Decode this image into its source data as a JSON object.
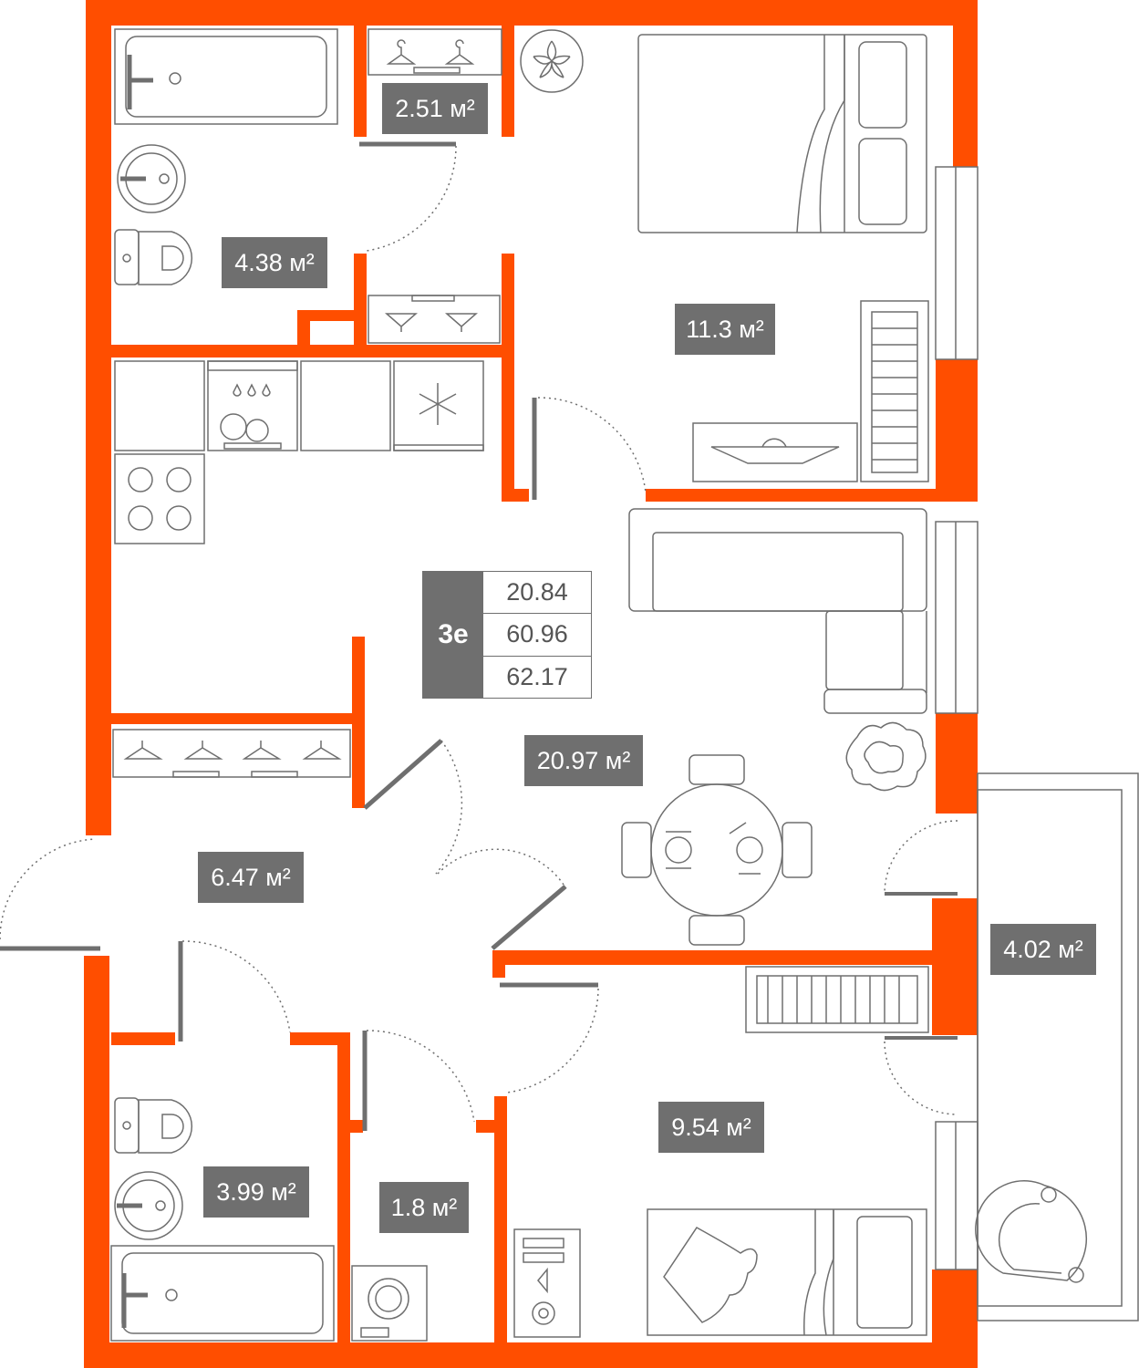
{
  "colors": {
    "wall": "#ff4e00",
    "furniture": "#6f6f6f",
    "label_bg": "#6f6f6f",
    "label_text": "#ffffff"
  },
  "apartment": {
    "code": "3e",
    "living_area": "20.84",
    "total_area": "60.96",
    "area_with_balcony": "62.17"
  },
  "rooms": {
    "bathroom_top": "4.38 м²",
    "wardrobe": "2.51 м²",
    "bedroom": "11.3 м²",
    "living_kitchen": "20.97 м²",
    "hallway": "6.47 м²",
    "bathroom_bottom": "3.99 м²",
    "storage": "1.8 м²",
    "bedroom_small": "9.54 м²",
    "balcony": "4.02 м²"
  },
  "icons": [
    "bathtub-icon",
    "sink-icon",
    "toilet-icon",
    "hanger-icon",
    "plant-icon",
    "bed-icon",
    "tv-stand-icon",
    "radiator-icon",
    "sofa-icon",
    "dining-table-icon",
    "stove-icon",
    "dishwasher-icon",
    "fridge-icon",
    "washing-machine-icon",
    "armchair-icon",
    "wardrobe-icon",
    "desk-icon"
  ]
}
